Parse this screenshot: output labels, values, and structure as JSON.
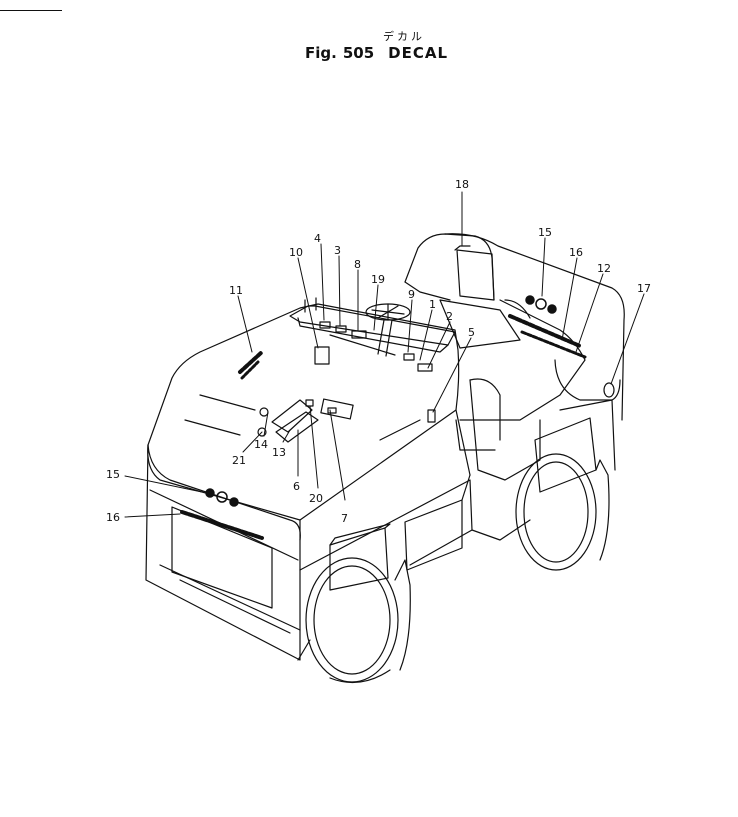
{
  "header": {
    "japanese_title": "デカル",
    "fig_prefix": "Fig.",
    "fig_number": "505",
    "title": "DECAL"
  },
  "callouts": {
    "c1": "1",
    "c2": "2",
    "c3": "3",
    "c4": "4",
    "c5": "5",
    "c6": "6",
    "c7": "7",
    "c8": "8",
    "c9": "9",
    "c10": "10",
    "c11": "11",
    "c12": "12",
    "c13": "13",
    "c14": "14",
    "c15a": "15",
    "c15b": "15",
    "c16a": "16",
    "c16b": "16",
    "c17": "17",
    "c18": "18",
    "c19": "19",
    "c20": "20",
    "c21": "21"
  },
  "colors": {
    "line": "#111111",
    "background": "#ffffff"
  }
}
